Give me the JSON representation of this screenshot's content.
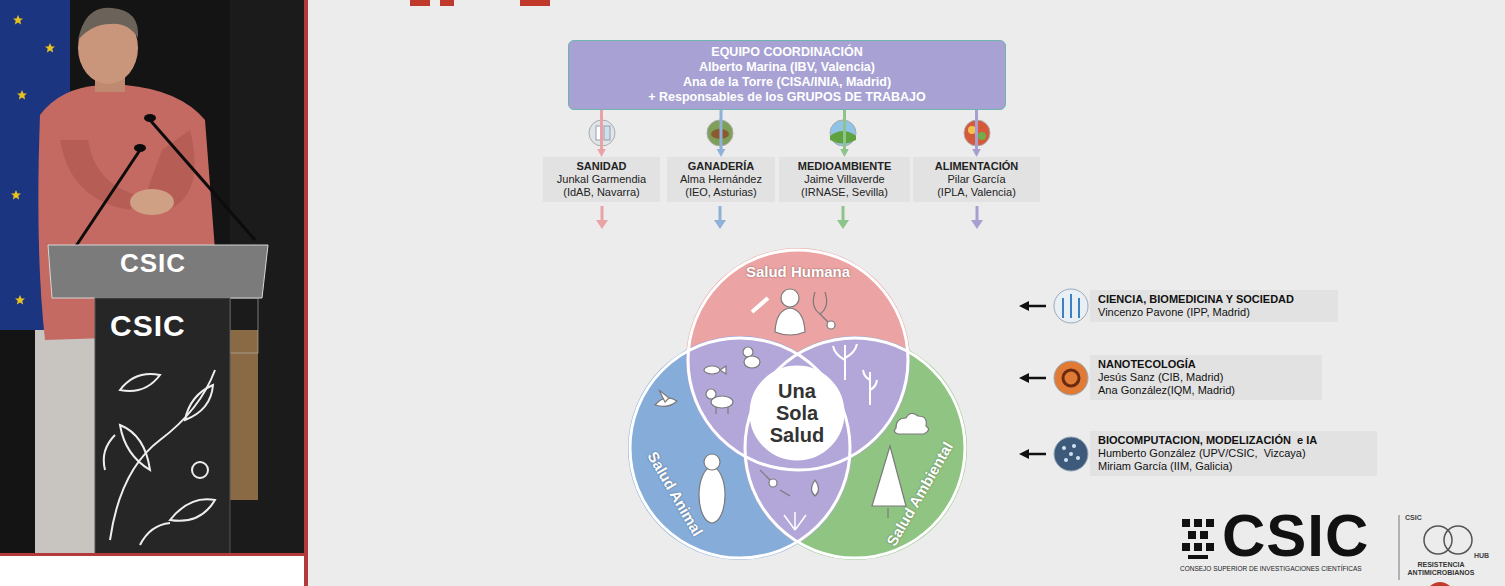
{
  "diagram": {
    "nodes": [
      {
        "text": [
          "EQUIPO COORDINACIÓN",
          "Alberto Marina (IBV, Valencia)",
          "Ana de la Torre (CISA/INIA, Madrid)",
          "+ Responsables de los GRUPOS DE TRABAJO"
        ]
      },
      {
        "text": [
          "SANIDAD",
          "Junkal Garmendia",
          "(IdAB, Navarra)"
        ]
      },
      {
        "text": [
          "GANADERÍA",
          "Alma Hernández",
          "(IEO, Asturias)"
        ]
      },
      {
        "text": [
          "MEDIOAMBIENTE",
          "Jaime Villaverde",
          "(IRNASE, Sevilla)"
        ]
      },
      {
        "text": [
          "ALIMENTACIÓN",
          "Pilar García",
          "(IPLA, Valencia)"
        ]
      },
      {
        "text": [
          "Salud Humana"
        ]
      },
      {
        "text": [
          "Salud Animal"
        ]
      },
      {
        "text": [
          "Salud Ambiental"
        ]
      },
      {
        "text": [
          "Una Sola Salud"
        ]
      },
      {
        "text": [
          "CIENCIA, BIOMEDICINA Y SOCIEDAD",
          "Vincenzo Pavone (IPP, Madrid)"
        ]
      },
      {
        "text": [
          "NANOTECOLOGÍA",
          "Jesús Sanz (CIB, Madrid)",
          "Ana González(IQM, Madrid)"
        ]
      },
      {
        "text": [
          "BIOCOMPUTACION, MODELIZACIÓN  e IA",
          "Humberto González (UPV/CSIC,  Vizcaya)",
          "Miriam García (IIM, Galicia)"
        ]
      }
    ],
    "edges": [
      {
        "from": 0,
        "to": 1,
        "arrow": "to"
      },
      {
        "from": 0,
        "to": 2,
        "arrow": "to"
      },
      {
        "from": 0,
        "to": 3,
        "arrow": "to"
      },
      {
        "from": 0,
        "to": 4,
        "arrow": "to"
      }
    ],
    "labels": [
      "CSIC",
      "CSIC",
      "CSIC",
      "CONSEJO SUPERIOR DE INVESTIGACIONES CIENTÍFICAS",
      "CSIC",
      "HUB",
      "RESISTENCIA ANTIMICROBIANOS"
    ]
  }
}
